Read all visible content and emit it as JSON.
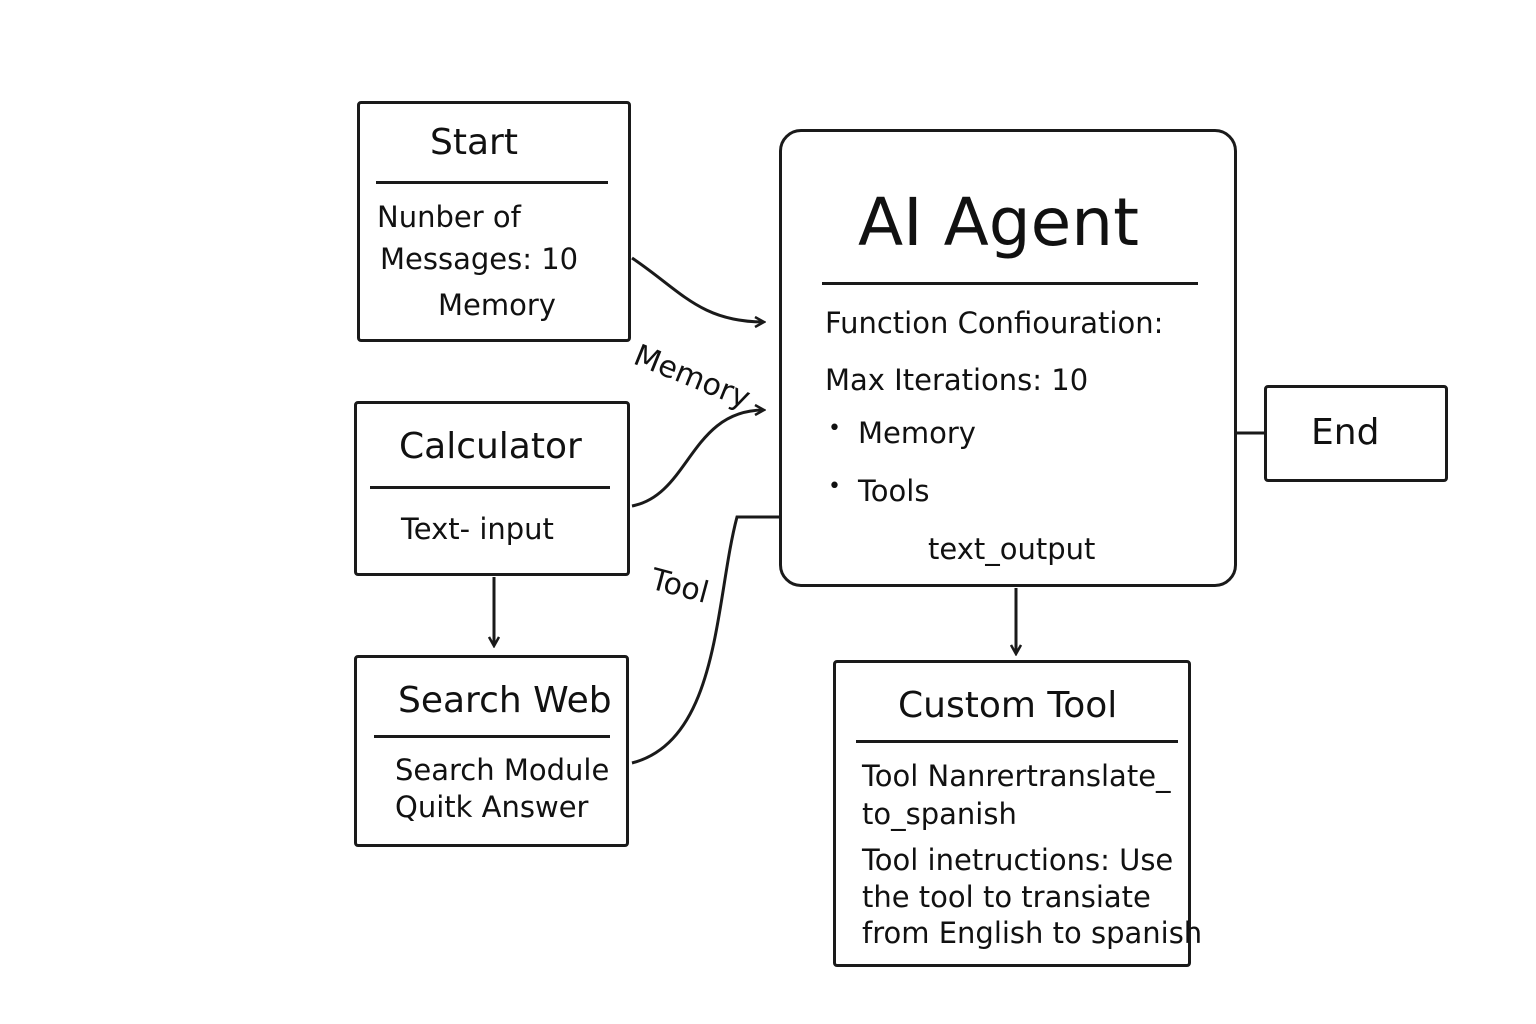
{
  "nodes": {
    "start": {
      "title": "Start",
      "lines": [
        "Nunber of",
        "Messages:  10",
        "Memory"
      ]
    },
    "calculator": {
      "title": "Calculator",
      "lines": [
        "Text- input"
      ]
    },
    "search_web": {
      "title": "Search Web",
      "lines": [
        "Search Module",
        "Quitk Answer"
      ]
    },
    "ai_agent": {
      "title": "AI Agent",
      "lines": [
        "Function Confiouration:",
        "Max Iterations: 10"
      ],
      "bullets": [
        "Memory",
        "Tools"
      ],
      "footer": "text_output"
    },
    "end": {
      "title": "End"
    },
    "custom_tool": {
      "title": "Custom Tool",
      "lines": [
        "Tool Nanrertranslate_",
        "to_spanish",
        "Tool inetructions: Use",
        "the tool to transiate",
        "from English to spanish"
      ]
    }
  },
  "edges": {
    "memory_label": "Memory",
    "tool_label": "Tool"
  }
}
